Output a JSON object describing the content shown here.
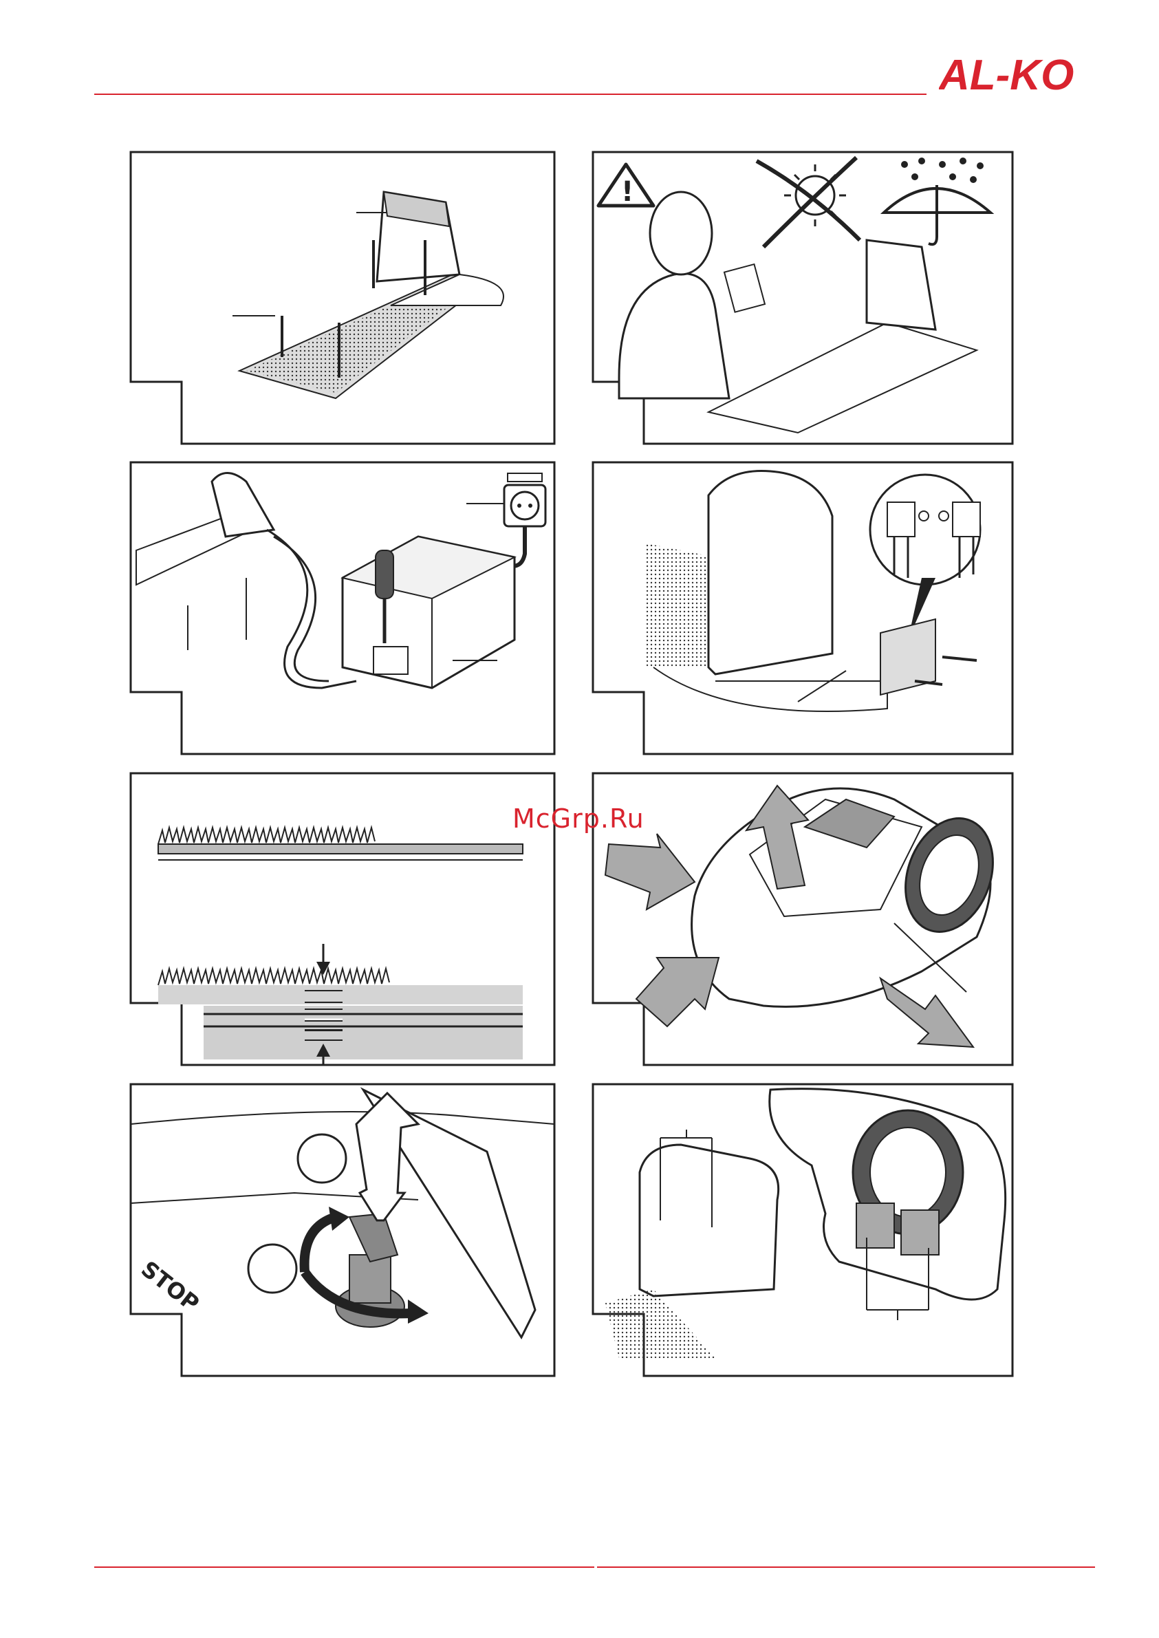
{
  "header": {
    "brand": "AL-KO",
    "brand_color": "#d9232e"
  },
  "watermark": {
    "text": "McGrp.Ru"
  },
  "panels": [
    {
      "id": "charging-station-peg",
      "icons": [
        "charging-station-icon",
        "peg-icon"
      ]
    },
    {
      "id": "installation-warning",
      "icons": [
        "warning-icon",
        "crossed-sun-icon",
        "umbrella-rain-icon"
      ],
      "warning_symbol": "!"
    },
    {
      "id": "power-supply-connection",
      "icons": [
        "power-socket-icon",
        "screwdriver-icon",
        "transformer-icon"
      ]
    },
    {
      "id": "cable-connection",
      "icons": [
        "terminal-detail-icon"
      ]
    },
    {
      "id": "grass-height",
      "icons": [
        "grass-icon"
      ]
    },
    {
      "id": "mower-lifting",
      "icons": [
        "mower-icon",
        "arrow-up-icon"
      ]
    },
    {
      "id": "stop-button",
      "stop_label": "STOP",
      "step_labels": [
        "",
        ""
      ],
      "icons": [
        "rotation-arrow-icon"
      ]
    },
    {
      "id": "charging-contacts",
      "icons": [
        "charging-contacts-icon"
      ]
    }
  ]
}
